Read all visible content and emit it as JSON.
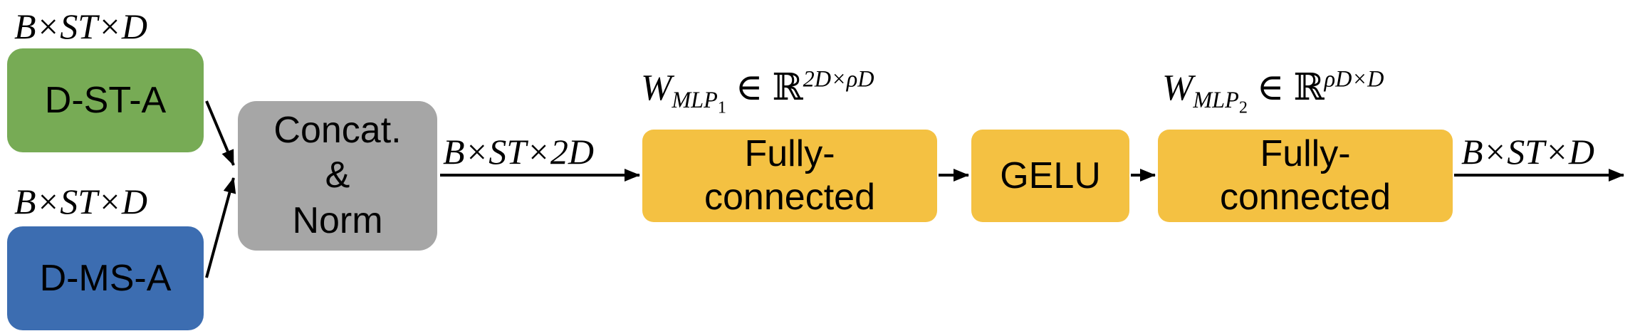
{
  "colors": {
    "green": "#77ab55",
    "gray": "#a6a6a6",
    "blue": "#3c6db1",
    "yellow": "#f4c142",
    "line": "#000000"
  },
  "blocks": {
    "dsta": "D-ST-A",
    "dmsa": "D-MS-A",
    "concat": [
      "Concat.",
      "&",
      "Norm"
    ],
    "fc1": [
      "Fully-",
      "connected"
    ],
    "gelu": "GELU",
    "fc2": [
      "Fully-",
      "connected"
    ]
  },
  "labels": {
    "in_top": {
      "prefix": "B×ST×D"
    },
    "in_bottom": {
      "prefix": "B×ST×D"
    },
    "concat_out": {
      "prefix": "B×ST×2D"
    },
    "output": {
      "prefix": "B×ST×D"
    },
    "w1": {
      "W": "W",
      "sub_main": "MLP",
      "sub_sub": "1",
      "in": " ∈ ",
      "R": "ℝ",
      "sup": "2D×ρD"
    },
    "w2": {
      "W": "W",
      "sub_main": "MLP",
      "sub_sub": "2",
      "in": " ∈ ",
      "R": "ℝ",
      "sup": "ρD×D"
    }
  }
}
